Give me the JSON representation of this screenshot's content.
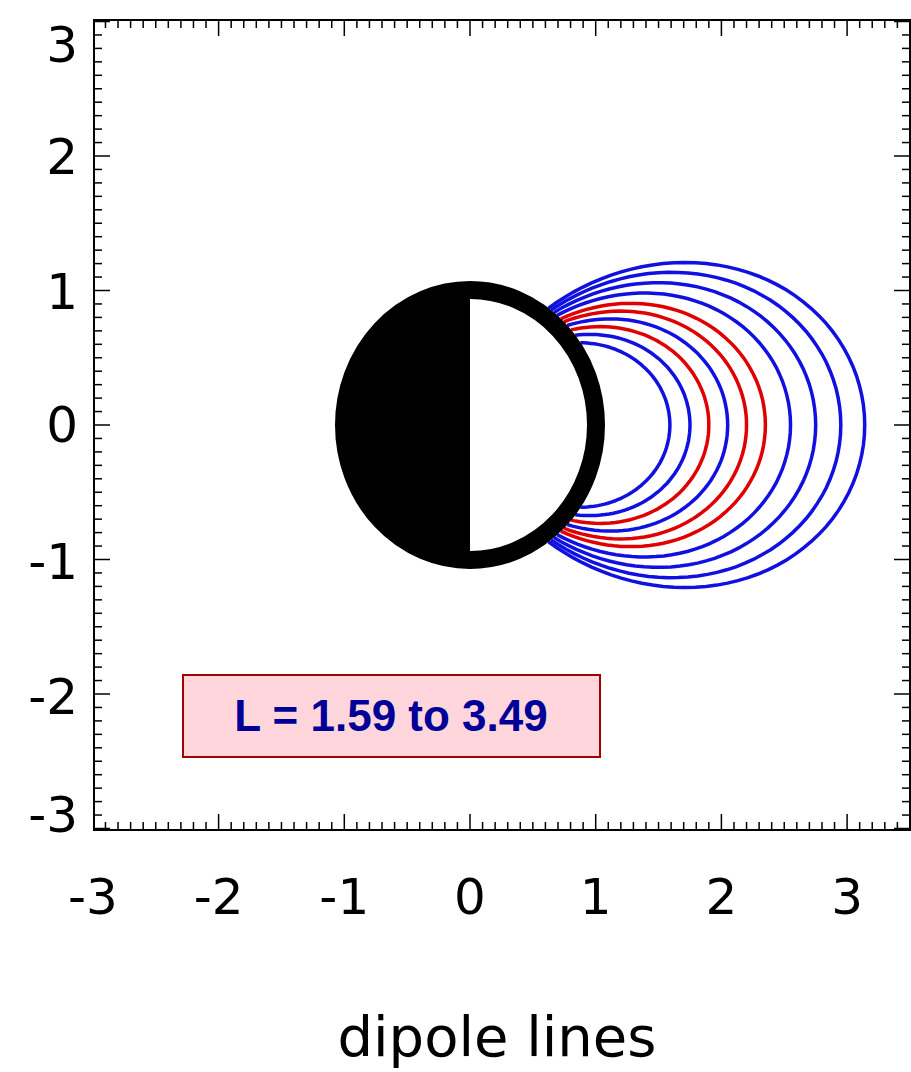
{
  "diagram": {
    "caption": "dipole lines",
    "nodes": [
      {
        "text": [
          "L = 1.59 to 3.49"
        ]
      }
    ],
    "labels": [
      "3",
      "2",
      "1",
      "0",
      "-1",
      "-2",
      "-3",
      "-3",
      "-2",
      "-1",
      "0",
      "1",
      "2",
      "3"
    ]
  }
}
